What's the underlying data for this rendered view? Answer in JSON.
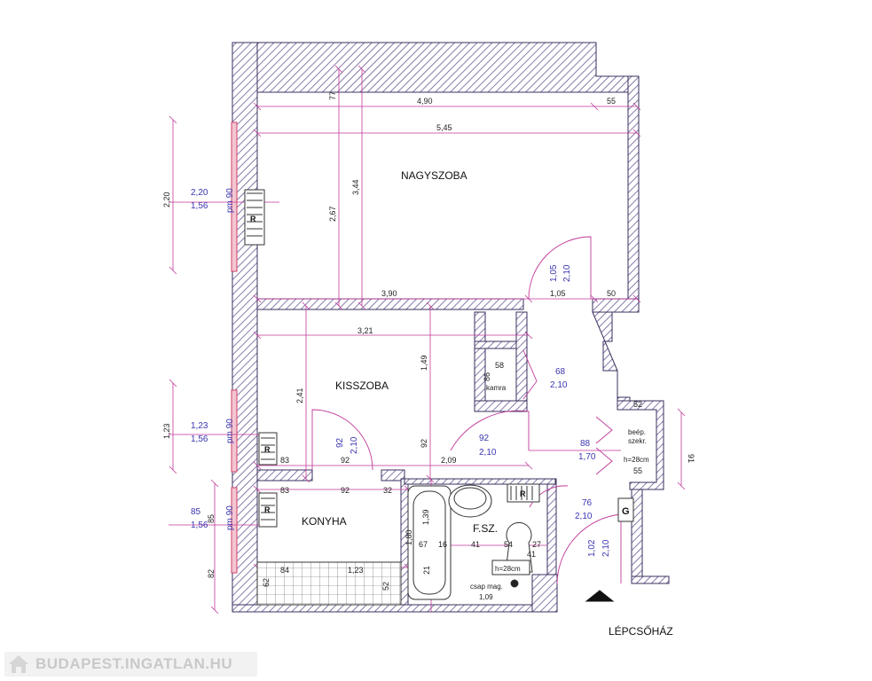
{
  "rooms": {
    "nagyszoba": "NAGYSZOBA",
    "kisszoba": "KISSZOBA",
    "konyha": "KONYHA",
    "fsz": "F.SZ.",
    "kamra": "kamra",
    "beep": "beép.",
    "szekr": "szekr.",
    "lepcsohaz": "LÉPCSŐHÁZ"
  },
  "window_labels": {
    "pm": "pm 90",
    "w1_top": "2,20",
    "w1_bot": "1,56",
    "w2_top": "1,23",
    "w2_bot": "1,56",
    "w3_top": "85",
    "w3_bot": "1,56"
  },
  "door_labels": {
    "d1": "68",
    "d1b": "2,10",
    "d2": "92",
    "d2b": "2,10",
    "d3": "88",
    "d3b": "1,70",
    "d4": "76",
    "d4b": "2,10",
    "d5": "1,05",
    "d5b": "2,10",
    "d6": "92",
    "d6b": "2,10",
    "d7": "1,02",
    "d7b": "2,10"
  },
  "dimensions": {
    "d490": "4,90",
    "d55a": "55",
    "d545": "5,45",
    "d77": "77",
    "d344": "3,44",
    "d267": "2,67",
    "d220": "2,20",
    "d390": "3,90",
    "d105": "1,05",
    "d50": "50",
    "d321": "3,21",
    "d149": "1,49",
    "d241": "2,41",
    "d92a": "92",
    "d92b": "92",
    "d83a": "83",
    "d209": "2,09",
    "d58": "58",
    "d86": "86",
    "d52": "52",
    "d55b": "55",
    "d91": "91",
    "h28": "h=28cm",
    "d123": "1,23",
    "d83b": "83",
    "d92c": "92",
    "d32": "32",
    "d139": "1,39",
    "d180": "1,80",
    "d67": "67",
    "d16": "16",
    "d41a": "41",
    "d54": "54",
    "d27": "27",
    "d41b": "41",
    "d84": "84",
    "d123b": "1,23",
    "d62": "62",
    "d52b": "52",
    "d21": "21",
    "h28b": "h=28cm",
    "csap": "csap mag.",
    "d109": "1,09",
    "d82": "82",
    "d85": "85"
  },
  "symbols": {
    "r": "R",
    "g": "G"
  },
  "watermark": {
    "text": "BUDAPEST.INGATLAN.HU"
  },
  "colors": {
    "wall_hatch": "#5b4b8a",
    "dimension": "#c0399a",
    "blue_text": "#3a36b0",
    "window": "#d65a7a"
  }
}
